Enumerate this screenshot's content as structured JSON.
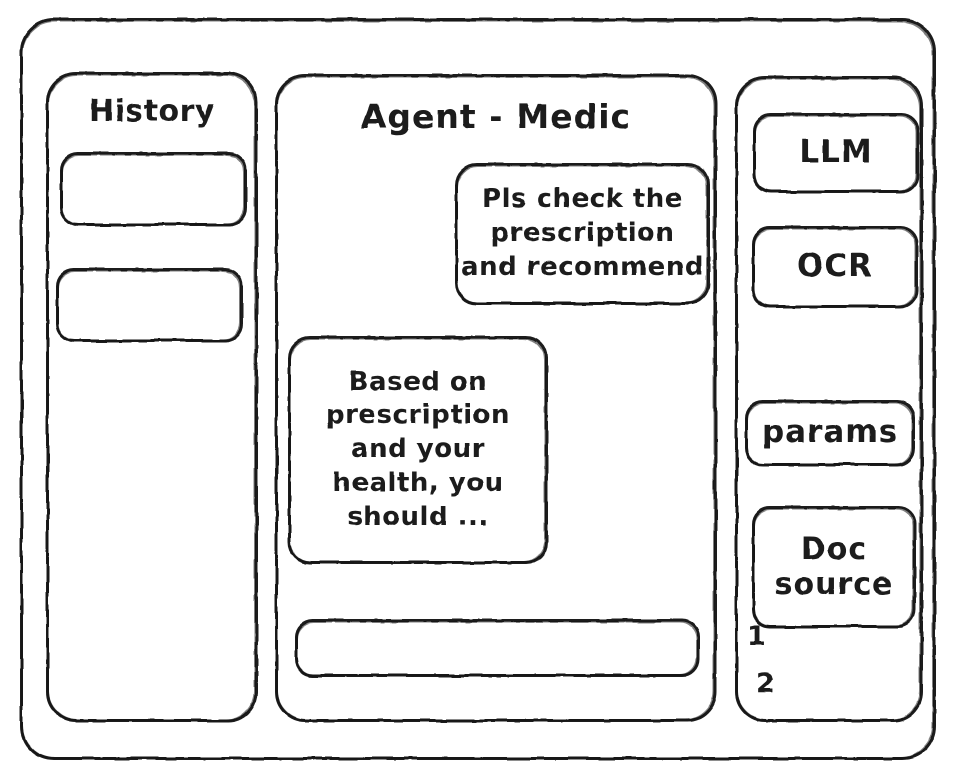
{
  "window": {
    "name": "app-window-frame"
  },
  "sidebar_left": {
    "title": "History",
    "items": [
      {
        "label": ""
      },
      {
        "label": ""
      }
    ]
  },
  "main": {
    "title": "Agent - Medic",
    "messages": [
      {
        "role": "user",
        "text": "Pls check the\nprescription\nand recommend"
      },
      {
        "role": "agent",
        "text": "Based on\nprescription\nand your\nhealth, you\nshould ..."
      }
    ],
    "composer": {
      "value": "",
      "placeholder": ""
    }
  },
  "sidebar_right": {
    "chips": [
      {
        "label": "LLM"
      },
      {
        "label": "OCR"
      },
      {
        "label": "params"
      },
      {
        "label": "Doc\nsource"
      }
    ],
    "doc_list": [
      {
        "label": "1"
      },
      {
        "label": "2"
      }
    ]
  },
  "style": {
    "ink": "#1a1a1a",
    "paper": "#ffffff"
  }
}
